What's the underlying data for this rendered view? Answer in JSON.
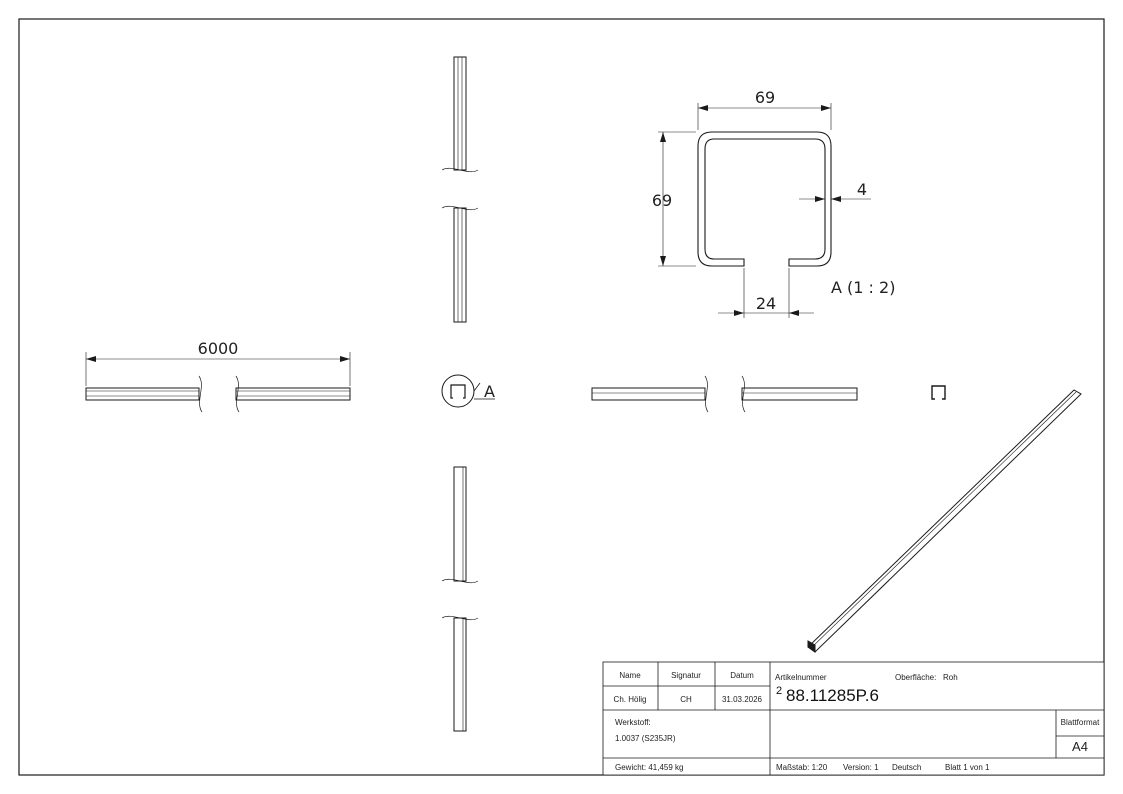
{
  "dimensions": {
    "length": "6000",
    "profile_width": "69",
    "profile_height": "69",
    "wall_thickness": "4",
    "slot_width": "24"
  },
  "detail": {
    "marker": "A",
    "label": "A (1 : 2)"
  },
  "title_block": {
    "headers": {
      "name": "Name",
      "signature": "Signatur",
      "date": "Datum"
    },
    "author": {
      "name": "Ch. Hölig",
      "signature": "CH",
      "date": "31.03.2026"
    },
    "article_number_label": "Artikelnummer",
    "surface_label": "Oberfläche:",
    "surface_value": "Roh",
    "article_prefix": "2",
    "article_number": "88.11285P.6",
    "material_label": "Werkstoff:",
    "material_value": "1.0037 (S235JR)",
    "sheet_format_label": "Blattformat",
    "sheet_format_value": "A4",
    "weight": "Gewicht: 41,459 kg",
    "scale": "Maßstab: 1:20",
    "version": "Version: 1",
    "language": "Deutsch",
    "sheet": "Blatt 1 von 1"
  },
  "colors": {
    "line": "#1a1a1a",
    "paper": "#ffffff"
  }
}
